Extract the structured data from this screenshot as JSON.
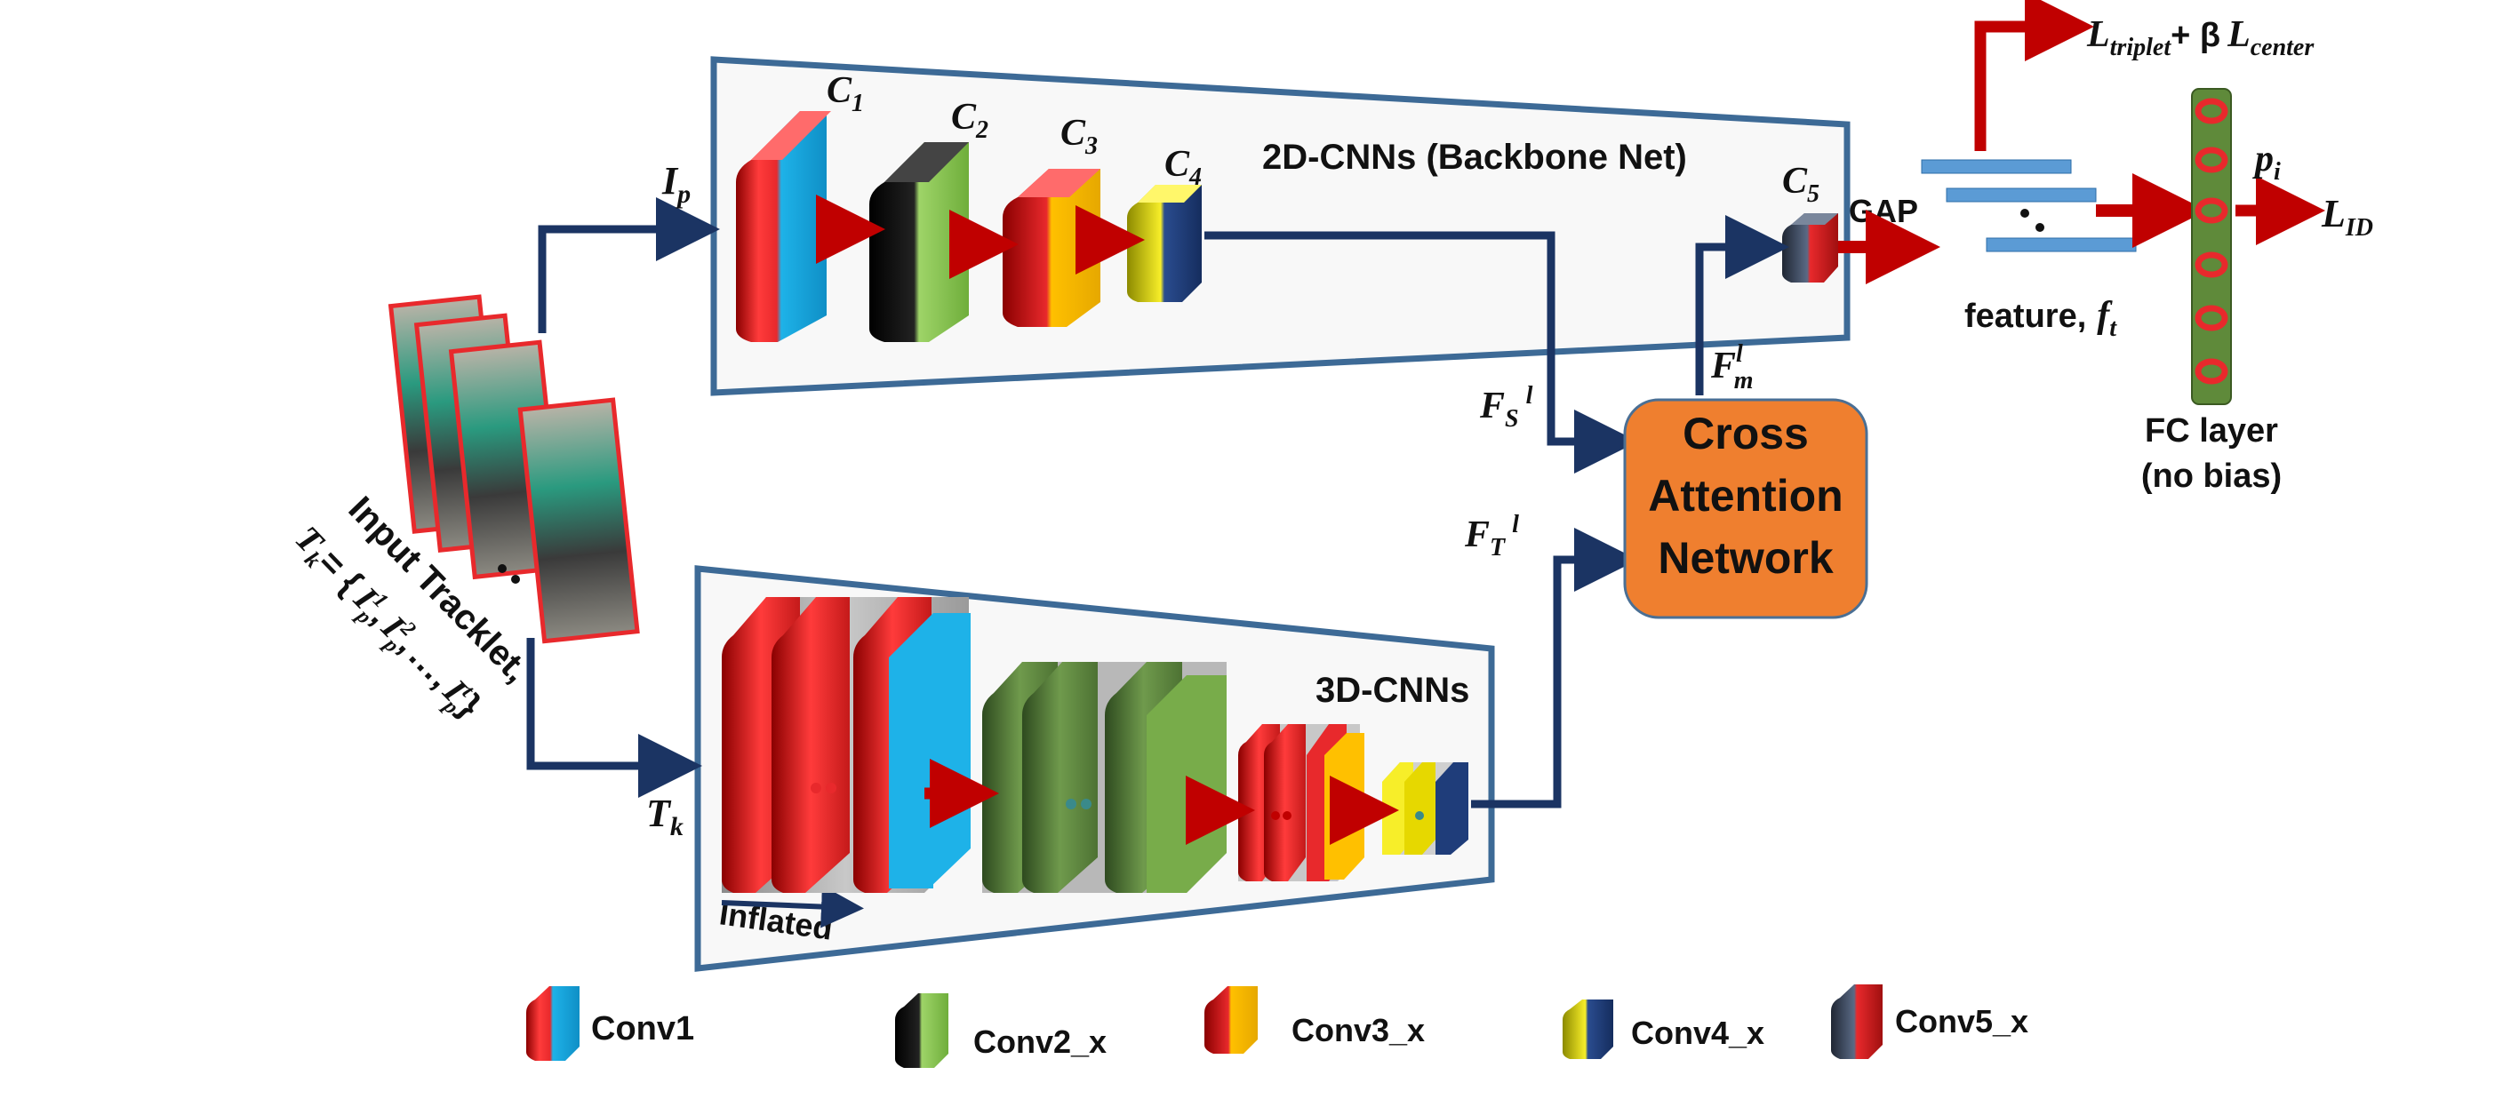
{
  "backbone": {
    "title": "2D-CNNs (Backbone Net)",
    "stages": [
      "C",
      "C",
      "C",
      "C",
      "C"
    ],
    "stage_subs": [
      "1",
      "2",
      "3",
      "4",
      "5"
    ]
  },
  "cnn3d": {
    "title": "3D-CNNs",
    "inflated_label": "Inflated"
  },
  "input": {
    "title": "Input Tracklet,",
    "formula_lhs": "T",
    "formula_lhs_sub": "k",
    "formula_eq": "= {",
    "formula_items": [
      "I",
      "I",
      "I"
    ],
    "formula_item_sups": [
      "1",
      "2",
      "t"
    ],
    "formula_item_sub": "p",
    "formula_sep": ",",
    "formula_dots": "…",
    "formula_close": "}",
    "ip_label": "I",
    "ip_sub": "p",
    "tk_label": "T",
    "tk_sub": "k"
  },
  "attention": {
    "title_lines": [
      "Cross",
      "Attention",
      "Network"
    ],
    "fs_label": "F",
    "fs_sub": "S",
    "fs_sup": "l",
    "ft_label": "F",
    "ft_sub": "T",
    "ft_sup": "l",
    "fm_label": "F",
    "fm_sub": "m",
    "fm_sup": "l"
  },
  "head": {
    "gap_label": "GAP",
    "feature_label": "feature,",
    "feature_var": "f",
    "feature_sub": "t",
    "fc_title": "FC layer",
    "fc_subtitle": "(no bias)",
    "pi_label": "p",
    "pi_sub": "i",
    "lid_label": "L",
    "lid_sub": "ID",
    "loss_triplet": "L",
    "loss_triplet_sub": "triplet",
    "loss_plus": "+ β",
    "loss_center": "L",
    "loss_center_sub": "center"
  },
  "legend": {
    "items": [
      "Conv1",
      "Conv2_x",
      "Conv3_x",
      "Conv4_x",
      "Conv5_x"
    ]
  },
  "colors": {
    "panel_border": "#3d6a96",
    "panel_fill": "#f8f8f8",
    "arrow_blue": "#1b3463",
    "arrow_red": "#c00000",
    "attention_fill": "#ef7f2f",
    "attention_border": "#4a6f94",
    "fc_fill": "#5f8a3a",
    "feature_bar": "#5b9bd5",
    "conv1_red": "#e8292c",
    "conv1_cyan": "#1eb2e8",
    "conv2_black": "#111111",
    "conv2_green": "#9ed468",
    "conv3_red": "#e8292c",
    "conv3_yellow": "#ffc000",
    "conv4_yellow": "#f7ee29",
    "conv4_navy": "#1f3d7a",
    "conv5_slate": "#3f4c62",
    "conv5_red": "#e8292c"
  },
  "icons": [
    "tracklet-frames-icon",
    "conv-block-icon",
    "fc-neuron-icon",
    "feature-bars-icon"
  ]
}
